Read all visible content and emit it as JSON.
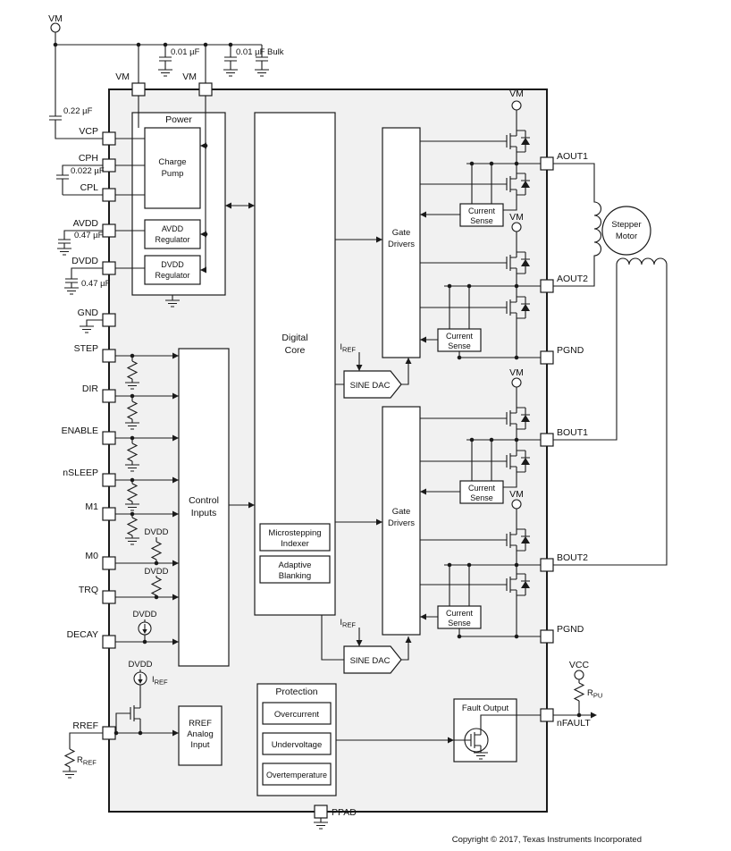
{
  "diagram": {
    "copyright": "Copyright © 2017, Texas Instruments Incorporated"
  },
  "labels": {
    "vm": "VM",
    "dvdd": "DVDD",
    "vcc": "VCC",
    "bulk": "Bulk",
    "cap_001": "0.01 µF",
    "cap_022": "0.22 µF",
    "cap_0022": "0.022 µF",
    "cap_047": "0.47 µF",
    "sym_i": "I",
    "sub_ref": "REF",
    "sym_r": "R",
    "sub_pu": "PU"
  },
  "pins": {
    "top": [
      "VM",
      "VM"
    ],
    "left": [
      "VCP",
      "CPH",
      "CPL",
      "AVDD",
      "DVDD",
      "GND",
      "STEP",
      "DIR",
      "ENABLE",
      "nSLEEP",
      "M1",
      "M0",
      "TRQ",
      "DECAY",
      "RREF"
    ],
    "right": [
      "AOUT1",
      "AOUT2",
      "PGND",
      "BOUT1",
      "BOUT2",
      "PGND",
      "nFAULT"
    ],
    "bottom": [
      "PPAD"
    ]
  },
  "blocks": {
    "power": {
      "title": "Power",
      "charge_pump": [
        "Charge",
        "Pump"
      ],
      "avdd_reg": [
        "AVDD",
        "Regulator"
      ],
      "dvdd_reg": [
        "DVDD",
        "Regulator"
      ]
    },
    "digital_core": [
      "Digital",
      "Core"
    ],
    "microstepping": [
      "Microstepping",
      "Indexer"
    ],
    "adaptive": [
      "Adaptive",
      "Blanking"
    ],
    "control_inputs": [
      "Control",
      "Inputs"
    ],
    "gate_drivers": [
      "Gate",
      "Drivers"
    ],
    "sine_dac": "SINE DAC",
    "current_sense": [
      "Current",
      "Sense"
    ],
    "protection": {
      "title": "Protection",
      "items": [
        "Overcurrent",
        "Undervoltage",
        "Overtemperature"
      ]
    },
    "fault_output": "Fault Output",
    "rref_input": [
      "RREF",
      "Analog",
      "Input"
    ],
    "motor": [
      "Stepper",
      "Motor"
    ]
  }
}
